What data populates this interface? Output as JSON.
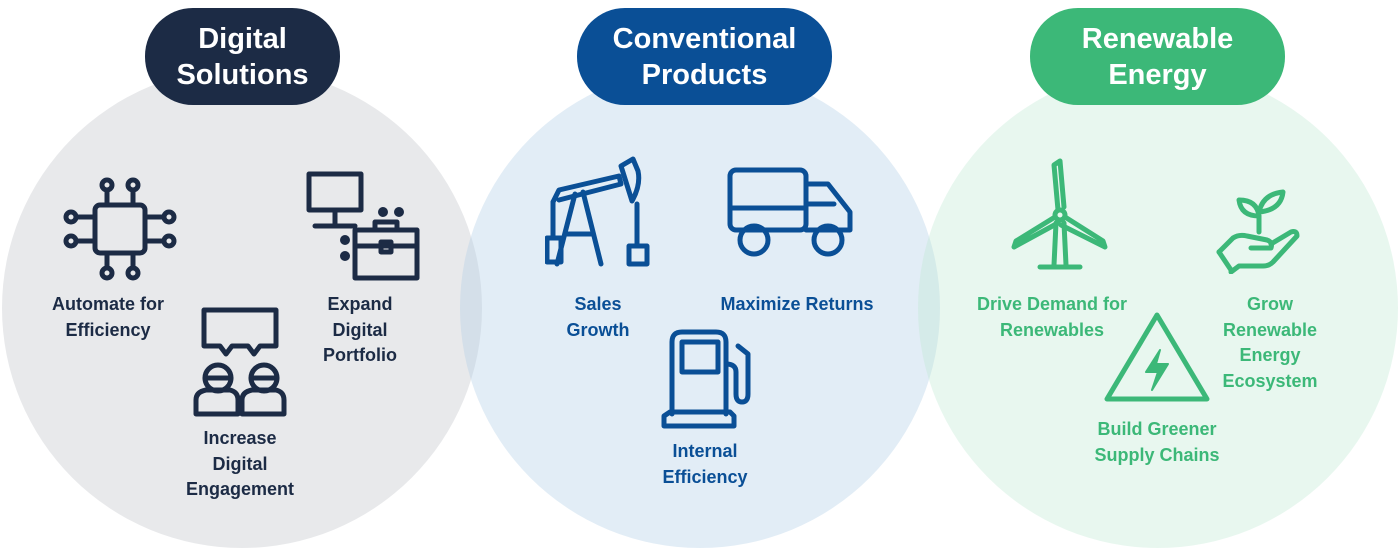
{
  "groups": [
    {
      "title": [
        "Digital",
        "Solutions"
      ],
      "color": "#1c2b45",
      "items": [
        [
          "Automate for",
          "Efficiency"
        ],
        [
          "Increase",
          "Digital",
          "Engagement"
        ],
        [
          "Expand",
          "Digital",
          "Portfolio"
        ]
      ]
    },
    {
      "title": [
        "Conventional",
        "Products"
      ],
      "color": "#0a4f96",
      "items": [
        [
          "Sales",
          "Growth"
        ],
        [
          "Maximize Returns"
        ],
        [
          "Internal",
          "Efficiency"
        ]
      ]
    },
    {
      "title": [
        "Renewable",
        "Energy"
      ],
      "color": "#3cb878",
      "items": [
        [
          "Drive Demand for",
          "Renewables"
        ],
        [
          "Grow",
          "Renewable",
          "Energy",
          "Ecosystem"
        ],
        [
          "Build Greener",
          "Supply Chains"
        ]
      ]
    }
  ]
}
